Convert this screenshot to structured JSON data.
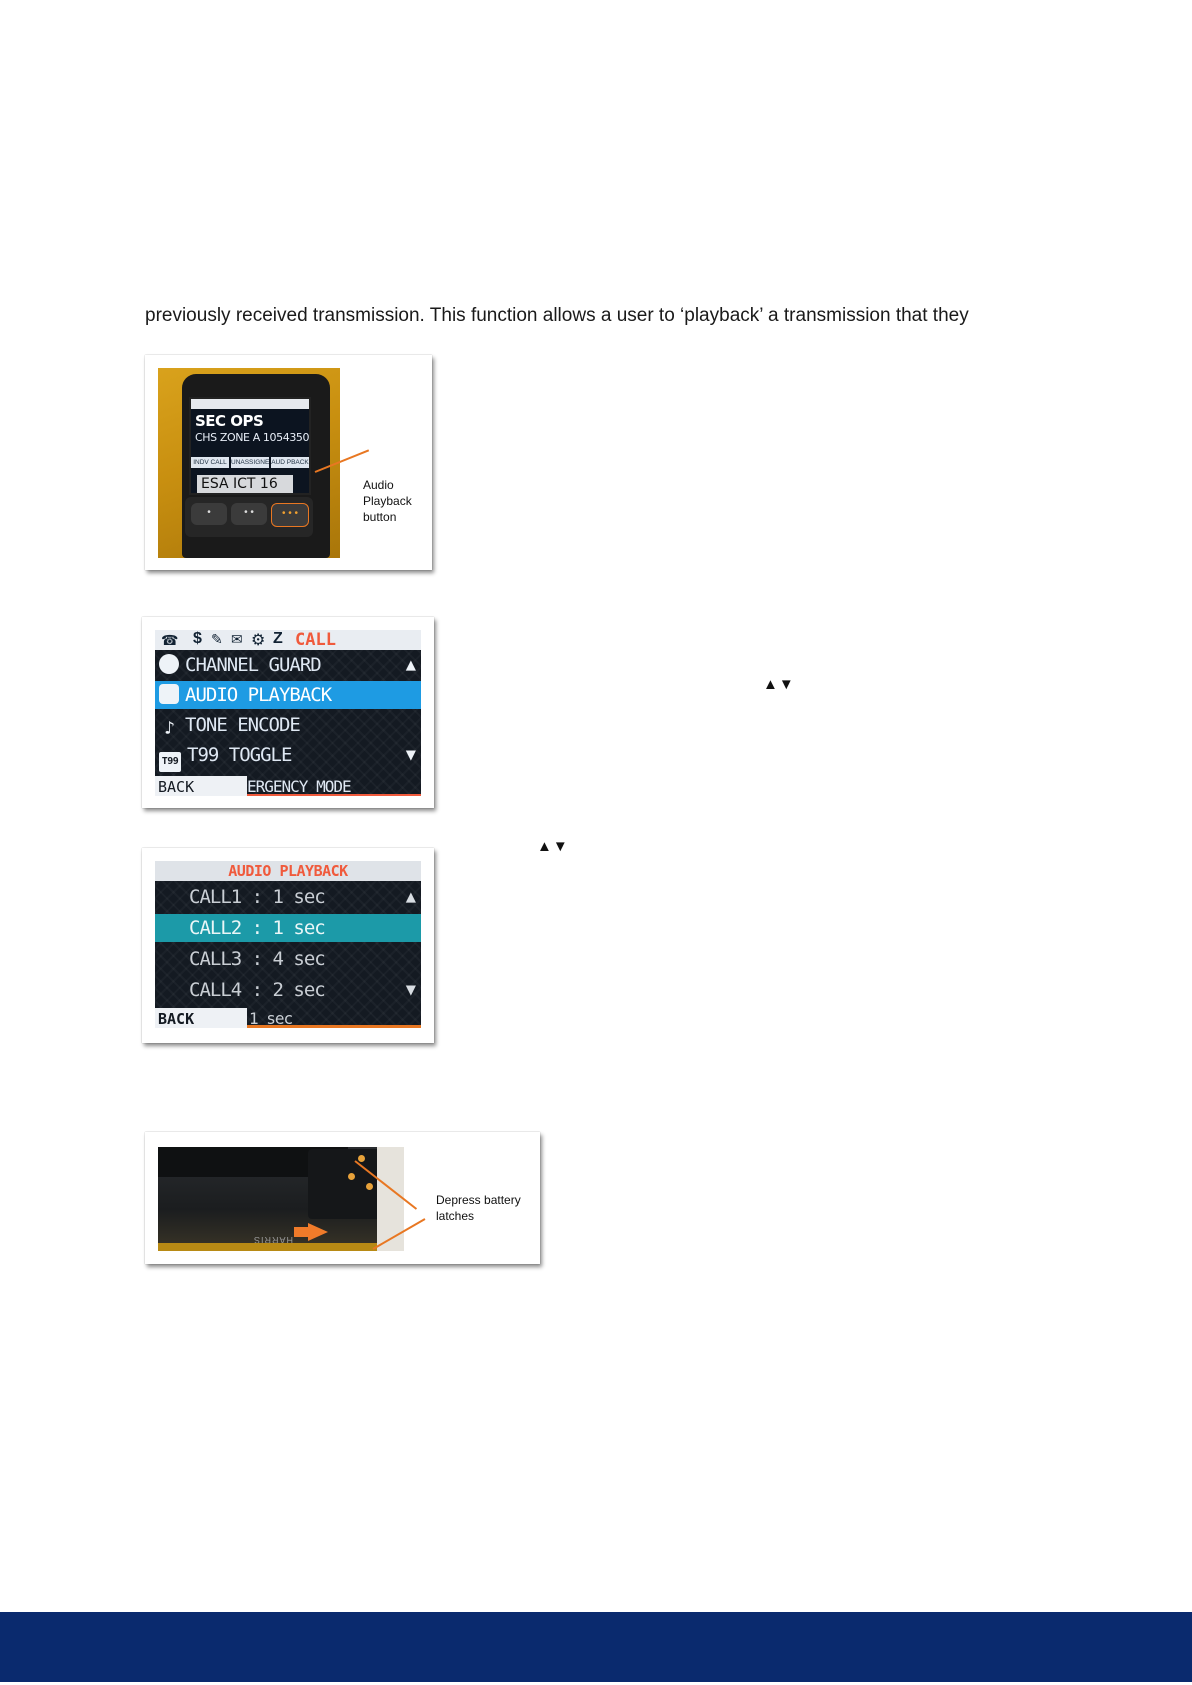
{
  "body_text": "previously received transmission.   This function allows a user to ‘playback’ a transmission that they",
  "figure1": {
    "screen_title": "SEC OPS",
    "screen_subtitle": "CHS ZONE A 1054350",
    "softkeys": [
      "INDV CALL",
      "UNASSIGNED",
      "AUD PBACK"
    ],
    "label_plate": "ESA ICT    16",
    "keys": [
      "•",
      "• •",
      "• • •"
    ],
    "callout_lines": [
      "Audio",
      "Playback",
      "button"
    ],
    "callout_color": "#e87722",
    "body_color": "#c88f10"
  },
  "figure2": {
    "header_label": "CALL",
    "header_color": "#f05a3c",
    "items": [
      {
        "label": "CHANNEL GUARD",
        "icon": "channel-guard-icon"
      },
      {
        "label": "AUDIO PLAYBACK",
        "icon": "voicemail-icon",
        "selected": true
      },
      {
        "label": "TONE ENCODE",
        "icon": "music-note-icon"
      },
      {
        "label": "T99 TOGGLE",
        "icon": "t99-icon",
        "icon_text": "T99"
      }
    ],
    "back_label": "BACK",
    "partial_item": "ERGENCY MODE",
    "highlight_color": "#1e9be3"
  },
  "figure3": {
    "title": "AUDIO PLAYBACK",
    "title_color": "#f05a3c",
    "items": [
      {
        "label": "CALL1 : 1 sec"
      },
      {
        "label": "CALL2 : 1 sec",
        "selected": true
      },
      {
        "label": "CALL3 : 4 sec"
      },
      {
        "label": "CALL4 : 2 sec"
      }
    ],
    "back_label": "BACK",
    "partial_item": "1 sec",
    "highlight_color": "#1c9aa8"
  },
  "figure4": {
    "brand": "HARRIS",
    "callout_lines": [
      "Depress battery",
      "latches"
    ],
    "callout_color": "#e87722"
  },
  "nav_arrows_1": "▲▼",
  "nav_arrows_2": "▲▼",
  "footer_color": "#0a2a6e"
}
